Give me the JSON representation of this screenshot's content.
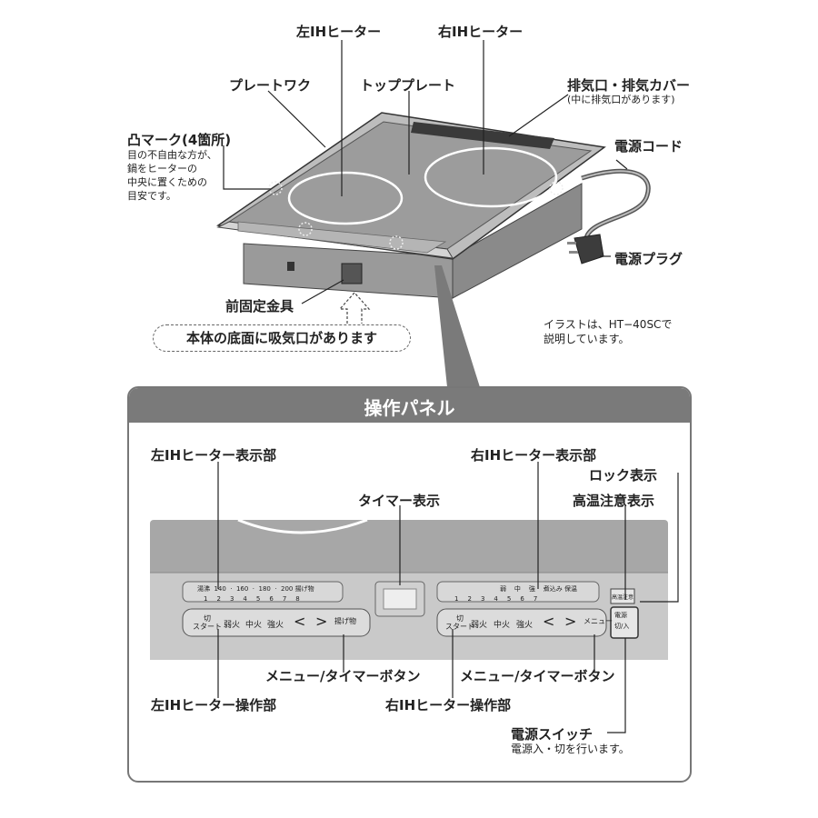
{
  "top": {
    "left_ih_heater": "左IHヒーター",
    "right_ih_heater": "右IHヒーター",
    "plate_work": "プレートワク",
    "top_plate": "トッププレート",
    "exhaust": "排気口・排気カバー",
    "exhaust_note": "(中に排気口があります)",
    "convex_mark": "凸マーク(4箇所)",
    "convex_note": [
      "目の不自由な方が、",
      "鍋をヒーターの",
      "中央に置くための",
      "目安です。"
    ],
    "power_cord": "電源コード",
    "power_plug": "電源プラグ",
    "front_bracket": "前固定金具",
    "intake_note": "本体の底面に吸気口があります",
    "illustration_note": [
      "イラストは、HT−40SCで",
      "説明しています。"
    ]
  },
  "panel": {
    "title": "操作パネル",
    "left_display": "左IHヒーター表示部",
    "right_display": "右IHヒーター表示部",
    "timer_display": "タイマー表示",
    "lock_display": "ロック表示",
    "high_temp_display": "高温注意表示",
    "menu_timer_button_left": "メニュー/タイマーボタン",
    "menu_timer_button_right": "メニュー/タイマーボタン",
    "left_operation": "左IHヒーター操作部",
    "right_operation": "右IHヒーター操作部",
    "power_switch": "電源スイッチ",
    "power_switch_note": "電源入・切を行います。"
  },
  "device_panel": {
    "left_scale": [
      "湯沸",
      "140",
      "·",
      "160",
      "·",
      "180",
      "·",
      "200",
      "揚げ物"
    ],
    "left_levels": [
      "1",
      "2",
      "3",
      "4",
      "5",
      "6",
      "7",
      "8"
    ],
    "right_scale": [
      "弱",
      "中",
      "強",
      "煮込み",
      "保温"
    ],
    "right_levels": [
      "1",
      "2",
      "3",
      "4",
      "5",
      "6",
      "7"
    ],
    "left_buttons": [
      "切\nスタート",
      "弱火",
      "中火",
      "強火",
      "<",
      ">",
      "揚げ物"
    ],
    "right_buttons": [
      "切\nスタート",
      "弱火",
      "中火",
      "強火",
      "<",
      ">",
      "メニュー"
    ],
    "lock_badge": "高温注意",
    "power_btn": [
      "電源",
      "切/入"
    ]
  }
}
